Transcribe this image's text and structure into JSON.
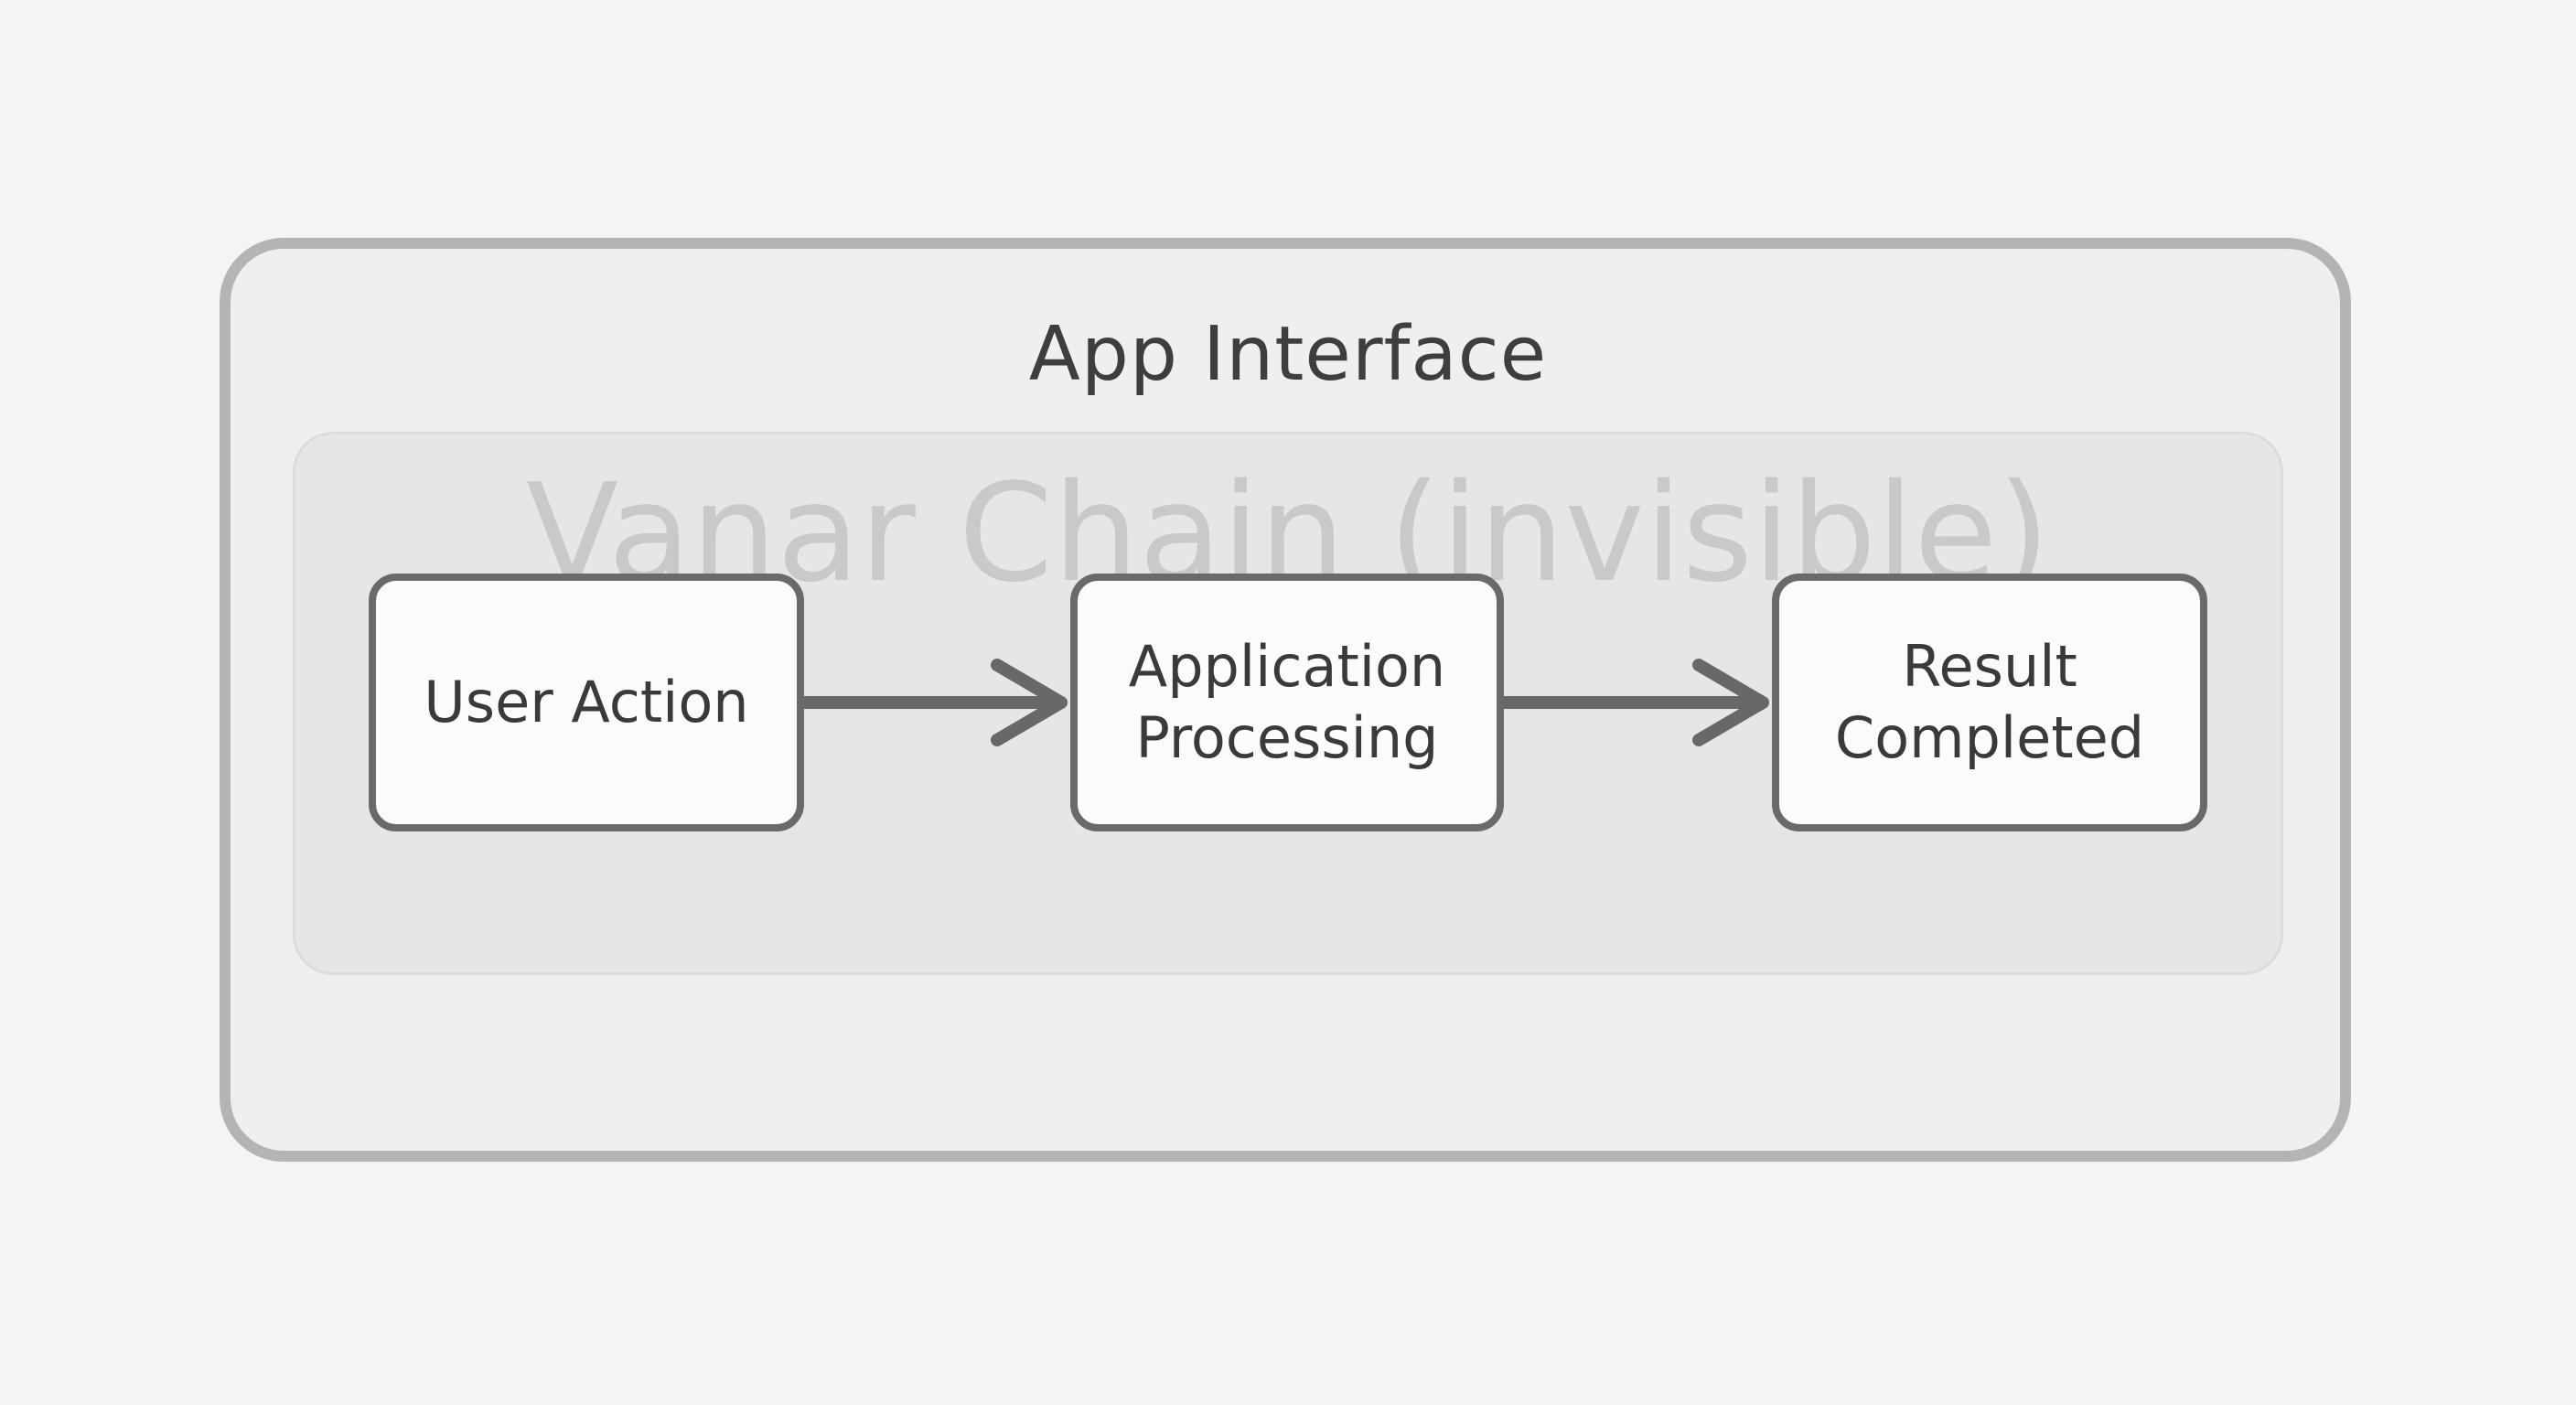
{
  "diagram": {
    "title": "App Interface",
    "panel_label": "Vanar Chain (invisible)",
    "nodes": [
      {
        "label": "User Action"
      },
      {
        "label": "Application\nProcessing"
      },
      {
        "label": "Result\nCompleted"
      }
    ],
    "colors": {
      "background": "#f4f4f3",
      "frame_border": "#b4b4b4",
      "node_border": "#6a6a6a",
      "arrow": "#686868",
      "watermark_text": "#c9c9c9"
    }
  }
}
